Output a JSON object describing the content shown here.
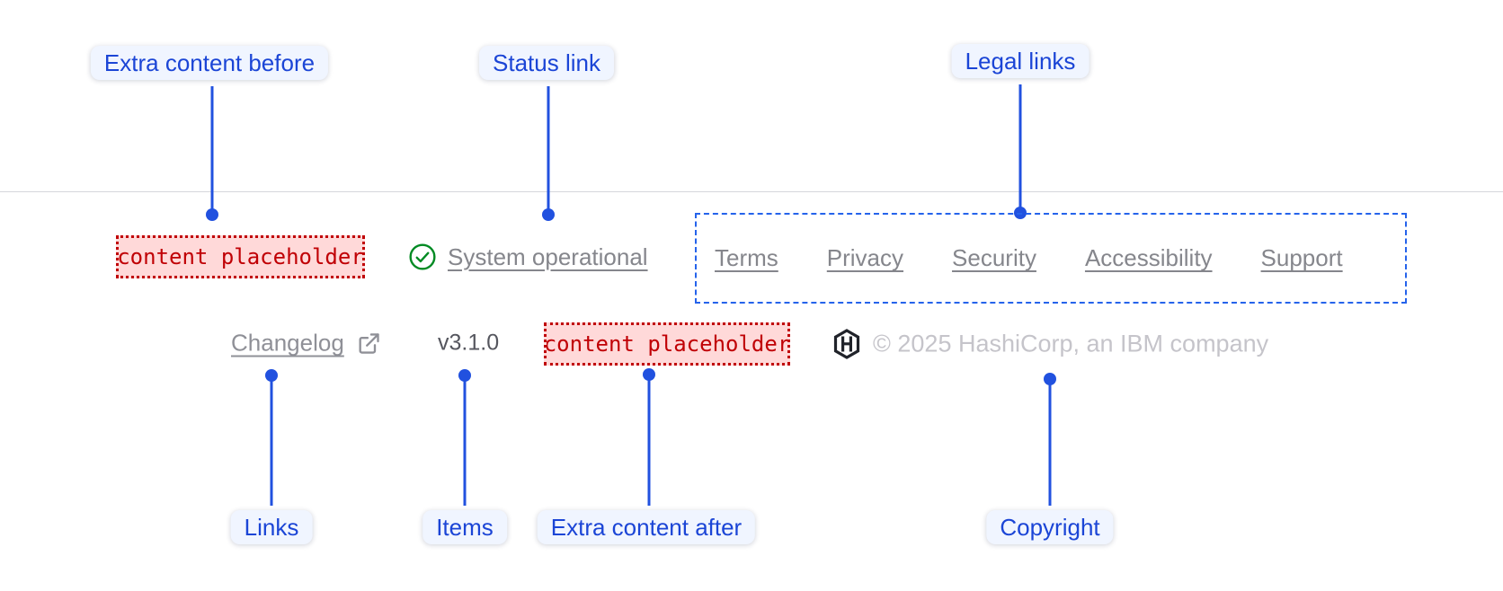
{
  "annotations": {
    "extra_content_before": "Extra content before",
    "status_link": "Status link",
    "legal_links": "Legal links",
    "links": "Links",
    "items": "Items",
    "extra_content_after": "Extra content after",
    "copyright": "Copyright"
  },
  "footer": {
    "extra_content_before": "content placeholder",
    "status": {
      "label": "System operational",
      "icon": "check-circle-icon"
    },
    "legal_links": [
      "Terms",
      "Privacy",
      "Security",
      "Accessibility",
      "Support"
    ],
    "links": [
      {
        "label": "Changelog",
        "icon": "external-link-icon"
      }
    ],
    "version": "v3.1.0",
    "extra_content_after": "content placeholder",
    "logo": "hashicorp-logo",
    "copyright": "© 2025 HashiCorp, an IBM company"
  },
  "colors": {
    "annotation_blue": "#2151df",
    "label_text_blue": "#1b45d6",
    "label_bg": "#f0f5ff",
    "legal_outline_blue": "#2563eb",
    "placeholder_red": "#c00005",
    "placeholder_bg": "#ffd9d9",
    "success_green": "#008a22",
    "muted_link_gray": "#85868c",
    "version_gray": "#55565e",
    "copyright_gray": "#c5c4ca",
    "divider_gray": "#d5d7dc"
  }
}
